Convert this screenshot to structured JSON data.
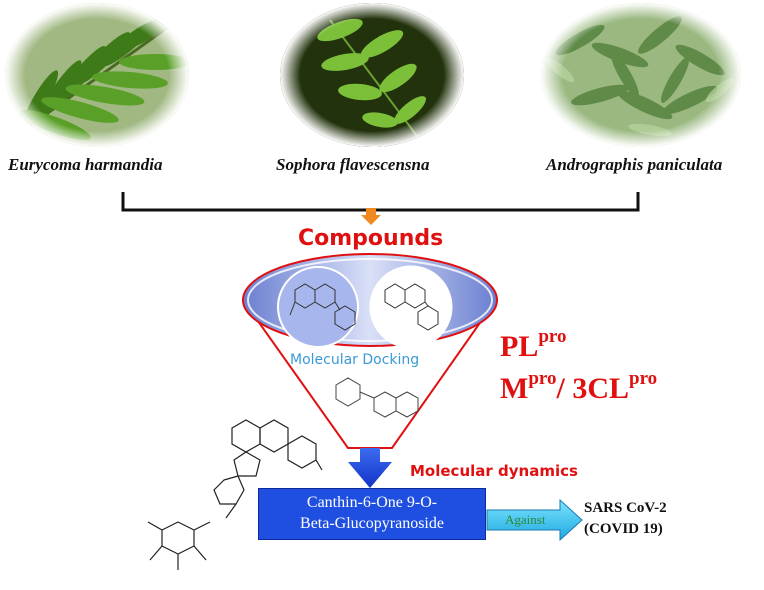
{
  "plants": [
    {
      "name": "Eurycoma harmandia"
    },
    {
      "name": "Sophora flavescensna"
    },
    {
      "name": "Andrographis paniculata"
    }
  ],
  "compounds_label": "Compounds",
  "docking_label": "Molecular Docking",
  "targets": {
    "pl_main": "PL",
    "pl_sup": "pro",
    "m_main": "M",
    "m_sup": "pro",
    "sep": "/ 3CL",
    "cl_sup": "pro"
  },
  "dynamics_label": "Molecular dynamics",
  "product": {
    "line1": "Canthin-6-One 9-O-",
    "line2": "Beta-Glucopyranoside"
  },
  "arrow_label": "Against",
  "disease": {
    "line1": "SARS CoV-2",
    "line2": "(COVID 19)"
  },
  "colors": {
    "red": "#e01010",
    "blue_box": "#1f4fe0",
    "arrow_cyan": "#33c8f0"
  }
}
